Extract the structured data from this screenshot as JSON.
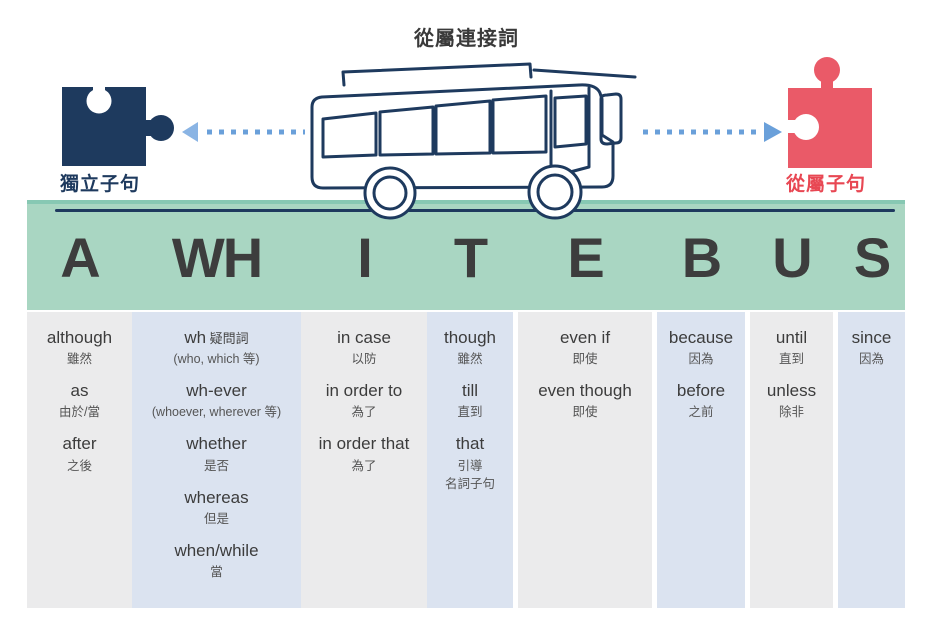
{
  "title": "從屬連接詞",
  "independent_clause": {
    "label": "獨立子句",
    "icon": "puzzle-piece-icon",
    "color": "#1e3a5e"
  },
  "dependent_clause": {
    "label": "從屬子句",
    "icon": "puzzle-piece-icon",
    "color": "#ea5a68"
  },
  "illustration": {
    "bus_icon": "bus-line-art-icon",
    "left_arrow_icon": "dashed-arrow-left-icon",
    "right_arrow_icon": "dashed-arrow-right-icon",
    "arrow_color": "#6aa0da",
    "arrow_head_left_color": "#8ab4e4"
  },
  "mnemonic": {
    "word": "A WHITE BUS",
    "band_color": "#a9d6c2",
    "band_edge_color": "#87c8b3",
    "letter_color": "#3d3d3d"
  },
  "columns": [
    {
      "letter": "A",
      "entries": [
        {
          "en": "although",
          "zh": "雖然"
        },
        {
          "en": "as",
          "zh": "由於/當"
        },
        {
          "en": "after",
          "zh": "之後"
        }
      ]
    },
    {
      "letter": "WH",
      "entries": [
        {
          "en": "wh",
          "en_note": "疑問詞",
          "zh": "(who, which 等)"
        },
        {
          "en": "wh-ever",
          "zh": "(whoever, wherever 等)"
        },
        {
          "en": "whether",
          "zh": "是否"
        },
        {
          "en": "whereas",
          "zh": "但是"
        },
        {
          "en": "when/while",
          "zh": "當"
        }
      ]
    },
    {
      "letter": "I",
      "entries": [
        {
          "en": "in case",
          "zh": "以防"
        },
        {
          "en": "in order to",
          "zh": "為了"
        },
        {
          "en": "in order that",
          "zh": "為了"
        }
      ]
    },
    {
      "letter": "T",
      "entries": [
        {
          "en": "though",
          "zh": "雖然"
        },
        {
          "en": "till",
          "zh": "直到"
        },
        {
          "en": "that",
          "zh": "引導\n名詞子句"
        }
      ]
    },
    {
      "letter": "E",
      "entries": [
        {
          "en": "even if",
          "zh": "即使"
        },
        {
          "en": "even though",
          "zh": "即使"
        }
      ]
    },
    {
      "letter": "B",
      "entries": [
        {
          "en": "because",
          "zh": "因為"
        },
        {
          "en": "before",
          "zh": "之前"
        }
      ]
    },
    {
      "letter": "U",
      "entries": [
        {
          "en": "until",
          "zh": "直到"
        },
        {
          "en": "unless",
          "zh": "除非"
        }
      ]
    },
    {
      "letter": "S",
      "entries": [
        {
          "en": "since",
          "zh": "因為"
        }
      ]
    }
  ],
  "colors": {
    "title_text": "#3a3a3a",
    "gray_column_bg": "#ebebec",
    "blue_column_bg": "#dbe3f0",
    "en_text": "#3c3c3c",
    "zh_text": "#555555",
    "bus_outline": "#1e3a5e"
  }
}
